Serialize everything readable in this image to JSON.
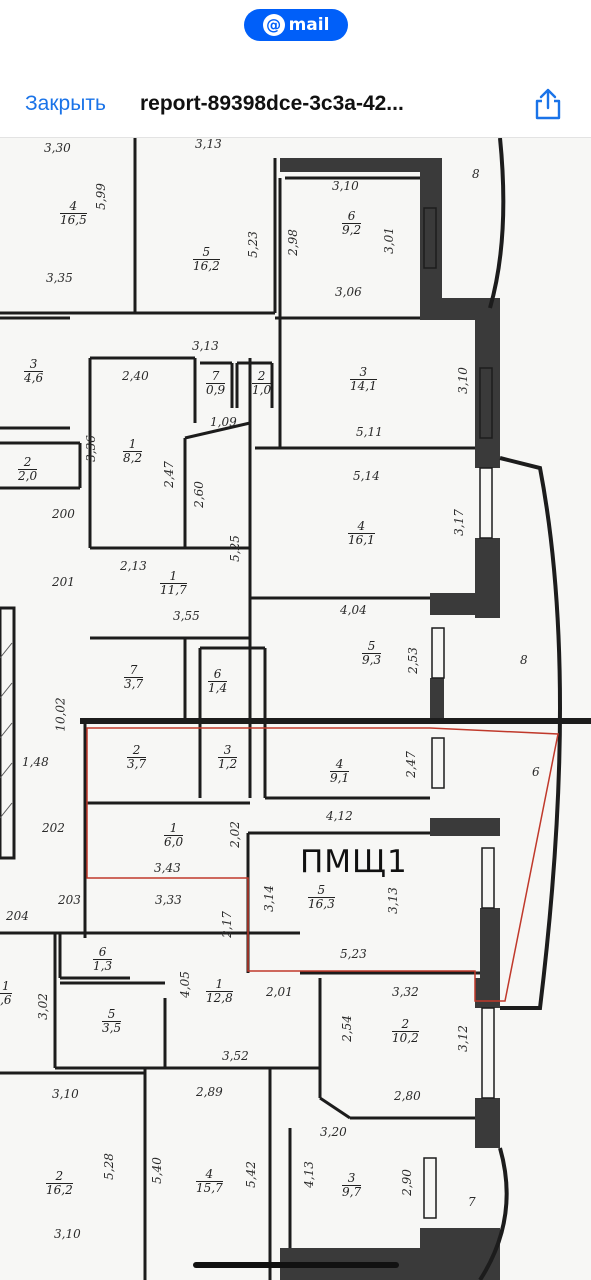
{
  "header": {
    "app_badge": "mail",
    "close_label": "Закрыть",
    "title": "report-89398dce-3c3a-42...",
    "share_icon": "share-icon",
    "accent_color": "#005ff9"
  },
  "plan": {
    "premises_label": "ПМЩ1",
    "highlight_color": "#c0392b",
    "rooms": [
      {
        "num": "4",
        "area": "16,5"
      },
      {
        "num": "5",
        "area": "16,2"
      },
      {
        "num": "6",
        "area": "9,2"
      },
      {
        "num": "3",
        "area": "4,6"
      },
      {
        "num": "7",
        "area": "0,9"
      },
      {
        "num": "2",
        "area": "1,0"
      },
      {
        "num": "3",
        "area": "14,1"
      },
      {
        "num": "1",
        "area": "8,2"
      },
      {
        "num": "2",
        "area": "2,0"
      },
      {
        "num": "4",
        "area": "16,1"
      },
      {
        "num": "1",
        "area": "11,7"
      },
      {
        "num": "7",
        "area": "3,7"
      },
      {
        "num": "6",
        "area": "1,4"
      },
      {
        "num": "5",
        "area": "9,3"
      },
      {
        "num": "2",
        "area": "3,7"
      },
      {
        "num": "3",
        "area": "1,2"
      },
      {
        "num": "4",
        "area": "9,1"
      },
      {
        "num": "1",
        "area": "6,0"
      },
      {
        "num": "5",
        "area": "16,3"
      },
      {
        "num": "6",
        "area": "1,3"
      },
      {
        "num": "1",
        "area": "12,8"
      },
      {
        "num": "5",
        "area": "3,5"
      },
      {
        "num": "2",
        "area": "10,2"
      },
      {
        "num": "2",
        "area": "16,2"
      },
      {
        "num": "4",
        "area": "15,7"
      },
      {
        "num": "3",
        "area": "9,7"
      },
      {
        "num": "1",
        "area": ",6"
      }
    ],
    "dimensions": [
      "3,30",
      "3,13",
      "5,99",
      "3,35",
      "5,23",
      "2,98",
      "3,10",
      "3,01",
      "3,06",
      "8",
      "2,40",
      "3,13",
      "1,09",
      "3,36",
      "2,47",
      "2,60",
      "5,11",
      "3,10",
      "5,14",
      "3,17",
      "200",
      "201",
      "2,13",
      "5,25",
      "3,55",
      "4,04",
      "2,53",
      "8",
      "10,02",
      "1,48",
      "2,47",
      "6",
      "202",
      "4,12",
      "2,02",
      "3,43",
      "3,33",
      "3,14",
      "3,13",
      "2,17",
      "203",
      "204",
      "5,23",
      "4,05",
      "2,01",
      "3,32",
      "2,54",
      "3,12",
      "3,02",
      "3,52",
      "2,80",
      "3,10",
      "2,89",
      "3,20",
      "5,28",
      "5,40",
      "5,42",
      "4,13",
      "2,90",
      "3,10",
      "7"
    ]
  }
}
